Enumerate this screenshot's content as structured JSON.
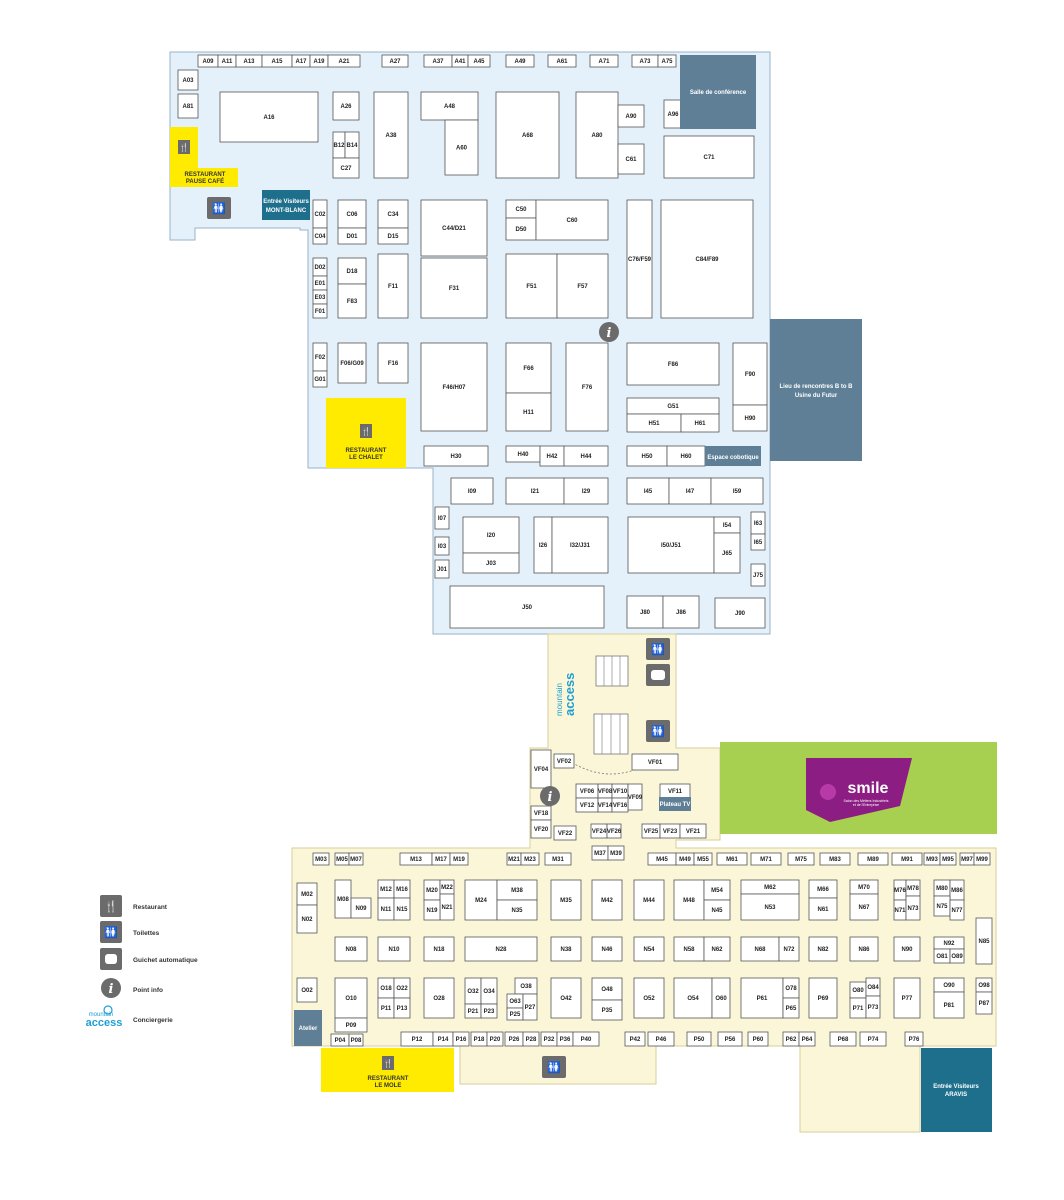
{
  "colors": {
    "hall_upper": "#e4f1fb",
    "hall_lower": "#fbf6d8",
    "restaurant": "#ffeb00",
    "dark_blue": "#1e6f8c",
    "slate": "#5e7f95",
    "smile_green": "#a7cf50",
    "smile_purple": "#8c1d82",
    "access_blue": "#1e9fd4"
  },
  "services": {
    "salle_conference": "Salle de conférence",
    "entree_mont_blanc_1": "Entrée Visiteurs",
    "entree_mont_blanc_2": "MONT-BLANC",
    "restaurant_pause_1": "RESTAURANT",
    "restaurant_pause_2": "PAUSE CAFÉ",
    "restaurant_chalet_1": "RESTAURANT",
    "restaurant_chalet_2": "LE CHALET",
    "restaurant_mole_1": "RESTAURANT",
    "restaurant_mole_2": "LE MOLE",
    "lieu_rencontres_1": "Lieu de rencontres B to B",
    "lieu_rencontres_2": "Usine du Futur",
    "espace_cobotique": "Espace cobotique",
    "plateau_tv": "Plateau TV",
    "atelier": "Atelier",
    "entree_aravis_1": "Entrée Visiteurs",
    "entree_aravis_2": "ARAVIS",
    "smile_name": "smile",
    "smile_tagline_1": "Salon des Métiers Industriels",
    "smile_tagline_2": "et de l'Entreprise",
    "access_logo_top": "mountain",
    "access_logo_bottom": "access"
  },
  "legend": [
    {
      "icon": "restaurant-icon",
      "label": "Restaurant"
    },
    {
      "icon": "toilets-icon",
      "label": "Toilettes"
    },
    {
      "icon": "ticket-machine-icon",
      "label": "Guichet automatique"
    },
    {
      "icon": "info-icon",
      "label": "Point info"
    },
    {
      "icon": "concierge-icon",
      "label": "Conciergerie"
    }
  ],
  "booths": [
    [
      "A09",
      198,
      55,
      20,
      12
    ],
    [
      "A11",
      218,
      55,
      18,
      12
    ],
    [
      "A13",
      236,
      55,
      26,
      12
    ],
    [
      "A15",
      262,
      55,
      30,
      12
    ],
    [
      "A17",
      292,
      55,
      18,
      12
    ],
    [
      "A19",
      310,
      55,
      18,
      12
    ],
    [
      "A21",
      328,
      55,
      32,
      12
    ],
    [
      "A27",
      382,
      55,
      26,
      12
    ],
    [
      "A37",
      424,
      55,
      28,
      12
    ],
    [
      "A41",
      452,
      55,
      16,
      12
    ],
    [
      "A45",
      468,
      55,
      22,
      12
    ],
    [
      "A49",
      506,
      55,
      28,
      12
    ],
    [
      "A61",
      548,
      55,
      28,
      12
    ],
    [
      "A71",
      590,
      55,
      28,
      12
    ],
    [
      "A73",
      632,
      55,
      26,
      12
    ],
    [
      "A75",
      658,
      55,
      18,
      12
    ],
    [
      "A03",
      178,
      70,
      20,
      20
    ],
    [
      "A81",
      178,
      94,
      20,
      24
    ],
    [
      "A16",
      220,
      92,
      98,
      50
    ],
    [
      "A26",
      333,
      92,
      26,
      28
    ],
    [
      "B12",
      333,
      132,
      12,
      26
    ],
    [
      "B14",
      345,
      132,
      14,
      26
    ],
    [
      "C27",
      333,
      158,
      26,
      20
    ],
    [
      "A38",
      374,
      92,
      34,
      86
    ],
    [
      "A48",
      421,
      92,
      57,
      28
    ],
    [
      "A60",
      445,
      120,
      33,
      55
    ],
    [
      "A68",
      496,
      92,
      63,
      86
    ],
    [
      "A80",
      576,
      92,
      42,
      86
    ],
    [
      "A90",
      618,
      105,
      26,
      22
    ],
    [
      "C61",
      618,
      144,
      26,
      30
    ],
    [
      "A96",
      664,
      100,
      18,
      28
    ],
    [
      "C71",
      664,
      136,
      90,
      42
    ],
    [
      "C02",
      313,
      200,
      14,
      28
    ],
    [
      "C04",
      313,
      228,
      14,
      16
    ],
    [
      "C06",
      338,
      200,
      28,
      28
    ],
    [
      "D01",
      338,
      228,
      28,
      16
    ],
    [
      "C34",
      378,
      200,
      30,
      28
    ],
    [
      "D15",
      378,
      228,
      30,
      16
    ],
    [
      "C44/D21",
      421,
      200,
      66,
      56
    ],
    [
      "C50",
      506,
      200,
      30,
      18
    ],
    [
      "D50",
      506,
      218,
      30,
      22
    ],
    [
      "C60",
      536,
      200,
      72,
      40
    ],
    [
      "C76/F59",
      627,
      200,
      25,
      118
    ],
    [
      "C84/F89",
      661,
      200,
      92,
      118
    ],
    [
      "D02",
      313,
      258,
      14,
      18
    ],
    [
      "E01",
      313,
      276,
      14,
      14
    ],
    [
      "E03",
      313,
      290,
      14,
      14
    ],
    [
      "F01",
      313,
      304,
      14,
      14
    ],
    [
      "D18",
      338,
      258,
      28,
      26
    ],
    [
      "F83",
      338,
      284,
      28,
      34
    ],
    [
      "F11",
      378,
      254,
      30,
      64
    ],
    [
      "F31",
      421,
      258,
      66,
      60
    ],
    [
      "F51",
      506,
      254,
      51,
      64
    ],
    [
      "F57",
      557,
      254,
      51,
      64
    ],
    [
      "F02",
      313,
      343,
      14,
      28
    ],
    [
      "G01",
      313,
      371,
      14,
      16
    ],
    [
      "F06/G09",
      338,
      343,
      28,
      40
    ],
    [
      "F16",
      378,
      343,
      30,
      40
    ],
    [
      "F46/H07",
      421,
      343,
      66,
      88
    ],
    [
      "F66",
      506,
      343,
      45,
      50
    ],
    [
      "H11",
      506,
      393,
      45,
      38
    ],
    [
      "F76",
      566,
      343,
      42,
      88
    ],
    [
      "F86",
      627,
      343,
      92,
      42
    ],
    [
      "F90",
      733,
      343,
      34,
      62
    ],
    [
      "G51",
      627,
      398,
      92,
      16
    ],
    [
      "H51",
      627,
      414,
      54,
      18
    ],
    [
      "H61",
      681,
      414,
      38,
      18
    ],
    [
      "H90",
      733,
      405,
      34,
      26
    ],
    [
      "H30",
      424,
      446,
      64,
      20
    ],
    [
      "H40",
      506,
      446,
      34,
      16
    ],
    [
      "H42",
      540,
      446,
      24,
      20
    ],
    [
      "H44",
      564,
      446,
      44,
      20
    ],
    [
      "H50",
      627,
      446,
      40,
      20
    ],
    [
      "H60",
      667,
      446,
      38,
      20
    ],
    [
      "I09",
      451,
      478,
      42,
      26
    ],
    [
      "I21",
      506,
      478,
      58,
      26
    ],
    [
      "I29",
      564,
      478,
      44,
      26
    ],
    [
      "I45",
      627,
      478,
      42,
      26
    ],
    [
      "I47",
      669,
      478,
      42,
      26
    ],
    [
      "I59",
      711,
      478,
      52,
      26
    ],
    [
      "I07",
      435,
      507,
      14,
      22
    ],
    [
      "I03",
      435,
      537,
      14,
      18
    ],
    [
      "J01",
      435,
      560,
      14,
      18
    ],
    [
      "I20",
      463,
      517,
      56,
      36
    ],
    [
      "J03",
      463,
      553,
      56,
      20
    ],
    [
      "I26",
      534,
      517,
      18,
      56
    ],
    [
      "I32/J31",
      552,
      517,
      56,
      56
    ],
    [
      "I50/J51",
      628,
      517,
      86,
      56
    ],
    [
      "I54",
      714,
      517,
      26,
      16
    ],
    [
      "J65",
      714,
      533,
      26,
      40
    ],
    [
      "I63",
      751,
      512,
      14,
      22
    ],
    [
      "I65",
      751,
      534,
      14,
      16
    ],
    [
      "J75",
      751,
      564,
      14,
      22
    ],
    [
      "J50",
      450,
      586,
      154,
      42
    ],
    [
      "J80",
      627,
      596,
      36,
      32
    ],
    [
      "J86",
      663,
      596,
      36,
      32
    ],
    [
      "J90",
      715,
      598,
      50,
      30
    ],
    [
      "VF02",
      554,
      754,
      20,
      14
    ],
    [
      "VF04",
      531,
      750,
      20,
      38
    ],
    [
      "VF01",
      632,
      754,
      46,
      16
    ],
    [
      "VF06",
      576,
      784,
      22,
      14
    ],
    [
      "VF08",
      598,
      784,
      14,
      14
    ],
    [
      "VF10",
      612,
      784,
      16,
      14
    ],
    [
      "VF09",
      628,
      784,
      14,
      26
    ],
    [
      "VF12",
      576,
      798,
      22,
      14
    ],
    [
      "VF14",
      598,
      798,
      14,
      14
    ],
    [
      "VF16",
      612,
      798,
      16,
      14
    ],
    [
      "VF11",
      660,
      784,
      30,
      14
    ],
    [
      "VF18",
      531,
      806,
      20,
      14
    ],
    [
      "VF20",
      531,
      820,
      20,
      18
    ],
    [
      "VF22",
      554,
      826,
      22,
      14
    ],
    [
      "VF24",
      591,
      824,
      16,
      14
    ],
    [
      "VF26",
      607,
      824,
      14,
      14
    ],
    [
      "VF25",
      642,
      824,
      18,
      14
    ],
    [
      "VF23",
      660,
      824,
      20,
      14
    ],
    [
      "VF21",
      680,
      824,
      26,
      14
    ],
    [
      "M03",
      313,
      853,
      16,
      12
    ],
    [
      "M05",
      335,
      853,
      14,
      12
    ],
    [
      "M07",
      349,
      853,
      14,
      12
    ],
    [
      "M13",
      400,
      853,
      32,
      12
    ],
    [
      "M17",
      432,
      853,
      18,
      12
    ],
    [
      "M19",
      450,
      853,
      18,
      12
    ],
    [
      "M21",
      507,
      853,
      14,
      12
    ],
    [
      "M23",
      521,
      853,
      18,
      12
    ],
    [
      "M31",
      545,
      853,
      26,
      12
    ],
    [
      "M37",
      592,
      846,
      16,
      14
    ],
    [
      "M39",
      608,
      846,
      16,
      14
    ],
    [
      "M45",
      648,
      853,
      28,
      12
    ],
    [
      "M49",
      676,
      853,
      18,
      12
    ],
    [
      "M55",
      694,
      853,
      18,
      12
    ],
    [
      "M61",
      717,
      853,
      30,
      12
    ],
    [
      "M71",
      751,
      853,
      30,
      12
    ],
    [
      "M75",
      788,
      853,
      26,
      12
    ],
    [
      "M83",
      820,
      853,
      30,
      12
    ],
    [
      "M89",
      858,
      853,
      30,
      12
    ],
    [
      "M91",
      892,
      853,
      30,
      12
    ],
    [
      "M93",
      924,
      853,
      16,
      12
    ],
    [
      "M95",
      940,
      853,
      16,
      12
    ],
    [
      "M97",
      960,
      853,
      14,
      12
    ],
    [
      "M99",
      974,
      853,
      16,
      12
    ],
    [
      "M02",
      297,
      883,
      20,
      22
    ],
    [
      "N02",
      297,
      905,
      20,
      28
    ],
    [
      "M08",
      335,
      880,
      16,
      38
    ],
    [
      "N09",
      351,
      898,
      20,
      20
    ],
    [
      "M12",
      378,
      880,
      16,
      18
    ],
    [
      "M16",
      394,
      880,
      16,
      18
    ],
    [
      "N11",
      378,
      898,
      16,
      22
    ],
    [
      "N15",
      394,
      898,
      16,
      22
    ],
    [
      "M20",
      424,
      880,
      16,
      20
    ],
    [
      "M22",
      440,
      880,
      14,
      14
    ],
    [
      "N21",
      440,
      894,
      14,
      26
    ],
    [
      "N19",
      424,
      900,
      16,
      20
    ],
    [
      "M24",
      465,
      880,
      32,
      40
    ],
    [
      "M38",
      497,
      880,
      40,
      20
    ],
    [
      "N35",
      497,
      900,
      40,
      20
    ],
    [
      "M35",
      551,
      880,
      30,
      40
    ],
    [
      "M42",
      592,
      880,
      30,
      40
    ],
    [
      "M44",
      634,
      880,
      30,
      40
    ],
    [
      "M48",
      674,
      880,
      30,
      40
    ],
    [
      "M54",
      704,
      880,
      26,
      20
    ],
    [
      "N45",
      704,
      900,
      26,
      20
    ],
    [
      "M62",
      741,
      880,
      58,
      14
    ],
    [
      "N53",
      741,
      894,
      58,
      26
    ],
    [
      "M66",
      809,
      880,
      28,
      18
    ],
    [
      "N61",
      809,
      898,
      28,
      22
    ],
    [
      "M70",
      850,
      880,
      28,
      14
    ],
    [
      "N67",
      850,
      894,
      28,
      26
    ],
    [
      "M76",
      894,
      880,
      12,
      20
    ],
    [
      "M78",
      906,
      880,
      14,
      16
    ],
    [
      "N71",
      894,
      900,
      12,
      20
    ],
    [
      "N73",
      906,
      896,
      14,
      24
    ],
    [
      "M80",
      934,
      880,
      16,
      16
    ],
    [
      "M86",
      950,
      880,
      14,
      20
    ],
    [
      "N75",
      934,
      896,
      16,
      20
    ],
    [
      "N77",
      950,
      900,
      14,
      20
    ],
    [
      "N85",
      976,
      918,
      16,
      46
    ],
    [
      "N08",
      335,
      937,
      32,
      24
    ],
    [
      "N10",
      378,
      937,
      32,
      24
    ],
    [
      "N18",
      424,
      937,
      30,
      24
    ],
    [
      "N28",
      465,
      937,
      72,
      24
    ],
    [
      "N38",
      551,
      937,
      30,
      24
    ],
    [
      "N46",
      592,
      937,
      30,
      24
    ],
    [
      "N54",
      634,
      937,
      30,
      24
    ],
    [
      "N58",
      674,
      937,
      30,
      24
    ],
    [
      "N62",
      704,
      937,
      26,
      24
    ],
    [
      "N68",
      741,
      937,
      38,
      24
    ],
    [
      "N72",
      779,
      937,
      20,
      24
    ],
    [
      "N82",
      809,
      937,
      28,
      24
    ],
    [
      "N86",
      850,
      937,
      28,
      24
    ],
    [
      "N90",
      894,
      937,
      26,
      24
    ],
    [
      "N92",
      934,
      937,
      30,
      12
    ],
    [
      "O81",
      934,
      949,
      16,
      14
    ],
    [
      "O89",
      950,
      949,
      14,
      14
    ],
    [
      "O02",
      297,
      978,
      20,
      24
    ],
    [
      "O10",
      335,
      978,
      32,
      40
    ],
    [
      "O18",
      378,
      978,
      16,
      20
    ],
    [
      "O22",
      394,
      978,
      16,
      20
    ],
    [
      "O28",
      424,
      978,
      30,
      40
    ],
    [
      "P09",
      335,
      1018,
      32,
      14
    ],
    [
      "P11",
      378,
      998,
      16,
      20
    ],
    [
      "P13",
      394,
      998,
      16,
      20
    ],
    [
      "O32",
      465,
      978,
      16,
      26
    ],
    [
      "O34",
      481,
      978,
      16,
      26
    ],
    [
      "P21",
      465,
      1004,
      16,
      14
    ],
    [
      "P23",
      481,
      1004,
      16,
      14
    ],
    [
      "O38",
      515,
      978,
      22,
      16
    ],
    [
      "O63",
      507,
      994,
      16,
      14
    ],
    [
      "P25",
      507,
      1008,
      16,
      12
    ],
    [
      "P27",
      523,
      994,
      14,
      26
    ],
    [
      "O42",
      551,
      978,
      30,
      40
    ],
    [
      "O48",
      592,
      978,
      30,
      22
    ],
    [
      "P35",
      592,
      1000,
      30,
      20
    ],
    [
      "O52",
      634,
      978,
      30,
      40
    ],
    [
      "O54",
      674,
      978,
      38,
      40
    ],
    [
      "O60",
      712,
      978,
      18,
      40
    ],
    [
      "P61",
      741,
      978,
      42,
      40
    ],
    [
      "O78",
      783,
      978,
      16,
      20
    ],
    [
      "P65",
      783,
      998,
      16,
      20
    ],
    [
      "P69",
      809,
      978,
      28,
      40
    ],
    [
      "O80",
      850,
      982,
      16,
      16
    ],
    [
      "O84",
      866,
      978,
      14,
      18
    ],
    [
      "P71",
      850,
      998,
      16,
      20
    ],
    [
      "P73",
      866,
      996,
      14,
      22
    ],
    [
      "P77",
      894,
      978,
      26,
      40
    ],
    [
      "O90",
      934,
      978,
      30,
      14
    ],
    [
      "P81",
      934,
      992,
      30,
      26
    ],
    [
      "O98",
      976,
      978,
      16,
      14
    ],
    [
      "P87",
      976,
      992,
      16,
      22
    ],
    [
      "P04",
      331,
      1034,
      18,
      12
    ],
    [
      "P08",
      349,
      1034,
      14,
      12
    ],
    [
      "P12",
      401,
      1032,
      32,
      14
    ],
    [
      "P14",
      433,
      1032,
      20,
      14
    ],
    [
      "P16",
      453,
      1032,
      16,
      14
    ],
    [
      "P18",
      471,
      1032,
      16,
      14
    ],
    [
      "P20",
      487,
      1032,
      16,
      14
    ],
    [
      "P26",
      505,
      1032,
      18,
      14
    ],
    [
      "P28",
      523,
      1032,
      16,
      14
    ],
    [
      "P32",
      541,
      1032,
      16,
      14
    ],
    [
      "P36",
      557,
      1032,
      16,
      14
    ],
    [
      "P40",
      573,
      1032,
      26,
      14
    ],
    [
      "P42",
      625,
      1032,
      20,
      14
    ],
    [
      "P46",
      648,
      1032,
      26,
      14
    ],
    [
      "P50",
      687,
      1032,
      24,
      14
    ],
    [
      "P56",
      718,
      1032,
      24,
      14
    ],
    [
      "P60",
      748,
      1032,
      20,
      14
    ],
    [
      "P62",
      783,
      1032,
      16,
      14
    ],
    [
      "P64",
      799,
      1032,
      16,
      14
    ],
    [
      "P68",
      830,
      1032,
      26,
      14
    ],
    [
      "P74",
      860,
      1032,
      26,
      14
    ],
    [
      "P76",
      905,
      1032,
      18,
      14
    ]
  ]
}
